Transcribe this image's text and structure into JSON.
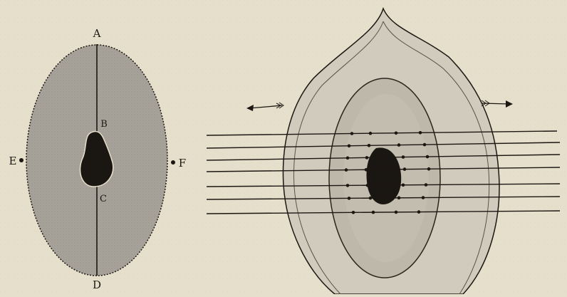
{
  "figure": {
    "left_labels": {
      "A": "A",
      "B": "B",
      "C": "C",
      "D": "D",
      "E": "E",
      "F": "F"
    }
  },
  "colors": {
    "paper": "#e6dfcb",
    "ink": "#1c1712",
    "fill_grey": "#a8a39a",
    "seed_outer": "#d0cbbc",
    "seed_inner": "#beb8aa",
    "nucleus": "#1a1612"
  }
}
